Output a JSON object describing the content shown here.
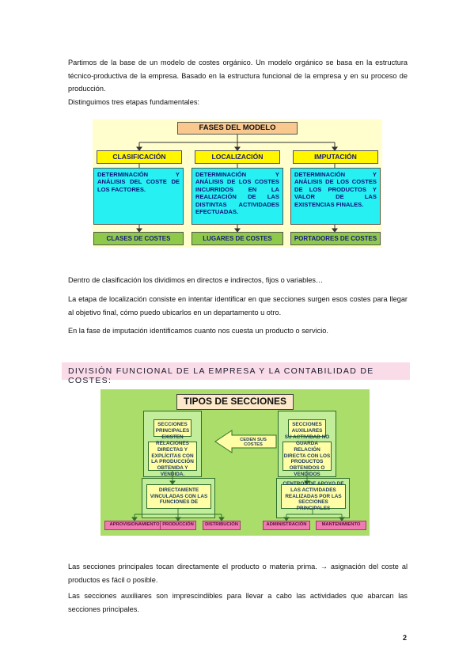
{
  "paragraphs": {
    "p1": "Partimos de la base de un modelo de costes orgánico. Un modelo orgánico se basa en la estructura técnico-productiva de la empresa. Basado en la estructura funcional de la empresa y en su proceso de producción.",
    "p2": "Distinguimos tres etapas fundamentales:",
    "p3": "Dentro de clasificación los dividimos en directos e indirectos, fijos o variables…",
    "p4": "La etapa de localización consiste en intentar identificar en que secciones surgen esos costes para llegar al objetivo final, cómo puedo ubicarlos en un departamento u otro.",
    "p5": "En la fase de imputación identificamos cuanto nos cuesta un producto o servicio.",
    "p6": "Las secciones principales tocan directamente el producto o materia prima. → asignación del coste al productos es fácil o posible.",
    "p7": "Las secciones auxiliares son imprescindibles para llevar a cabo las actividades que abarcan las secciones principales."
  },
  "banner": "DIVISIÓN FUNCIONAL DE LA EMPRESA Y LA CONTABILIDAD DE COSTES:",
  "diagram1": {
    "title": "FASES DEL MODELO",
    "phases": [
      "CLASIFICACIÓN",
      "LOCALIZACIÓN",
      "IMPUTACIÓN"
    ],
    "descriptions": [
      "DETERMINACIÓN Y ANÁLISIS DEL COSTE DE LOS FACTORES.",
      "DETERMINACIÓN Y ANÁLISIS DE LOS COSTES INCURRIDOS EN LA REALIZACIÓN DE LAS DISTINTAS ACTIVIDADES EFECTUADAS.",
      "DETERMINACIÓN Y ANÁLISIS DE LOS COSTES DE LOS PRODUCTOS Y VALOR DE LAS EXISTENCIAS FINALES."
    ],
    "results": [
      "CLASES DE COSTES",
      "LUGARES DE COSTES",
      "PORTADORES DE COSTES"
    ]
  },
  "diagram2": {
    "title": "TIPOS DE SECCIONES",
    "principales": "SECCIONES PRINCIPALES",
    "principales_desc": "EXISTEN RELACIONES DIRECTAS Y EXPLÍCITAS CON LA PRODUCCIÓN OBTENIDA Y VENDIDA.",
    "auxiliares": "SECCIONES AUXILIARES",
    "auxiliares_desc": "SU ACTIVIDAD NO GUARDA RELACIÓN DIRECTA CON LOS PRODUCTOS OBTENIDOS O VENDIDOS",
    "arrow_label": "CEDEN SUS COSTES",
    "vinculadas": "DIRECTAMENTE VINCULADAS CON LAS FUNCIONES DE",
    "centros": "CENTROS DE APOYO DE LAS ACTIVIDADES REALIZADAS POR LAS SECCIONES PRINCIPALES",
    "funciones": [
      "APROVISIONAMIENTO",
      "PRODUCCIÓN",
      "DISTRIBUCIÓN"
    ],
    "apoyo": [
      "ADMINISTRACIÓN",
      "MANTENIMIENTO"
    ]
  },
  "page_number": "2"
}
